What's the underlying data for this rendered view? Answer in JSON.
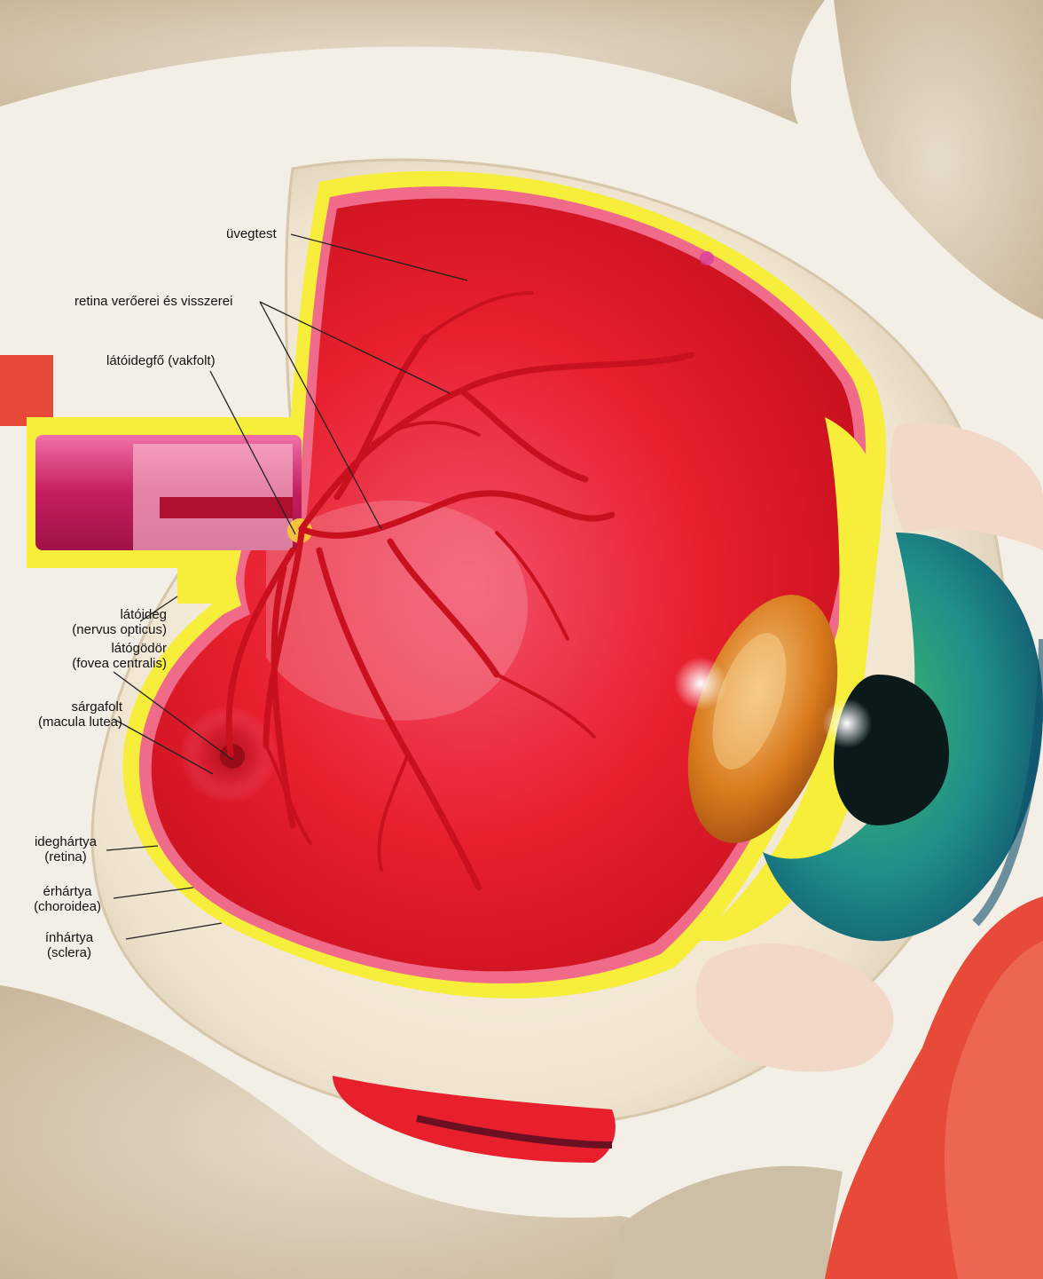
{
  "colors": {
    "background_stone": "#d9cbb5",
    "socket_white": "#f4efe6",
    "vitreous_red": "#e8202e",
    "retina_yellow": "#f6ee3a",
    "sclera_cream": "#efe6d2",
    "optic_nerve_magenta": "#d0266e",
    "iris_teal": "#1f8f8a",
    "lens_orange": "#d97a1c",
    "muscle_red": "#e84a3a"
  },
  "labels": {
    "uvegtest": "üvegtest",
    "retina_vessels": "retina verőerei és visszerei",
    "optic_disc": "látóidegfő (vakfolt)",
    "optic_nerve_line1": "látóideg",
    "optic_nerve_line2": "(nervus opticus)",
    "fovea_line1": "látógödör",
    "fovea_line2": "(fovea centralis)",
    "macula_line1": "sárgafolt",
    "macula_line2": "(macula lutea)",
    "retina_line1": "ideghártya",
    "retina_line2": "(retina)",
    "choroid_line1": "érhártya",
    "choroid_line2": "(choroidea)",
    "sclera_line1": "ínhártya",
    "sclera_line2": "(sclera)"
  }
}
